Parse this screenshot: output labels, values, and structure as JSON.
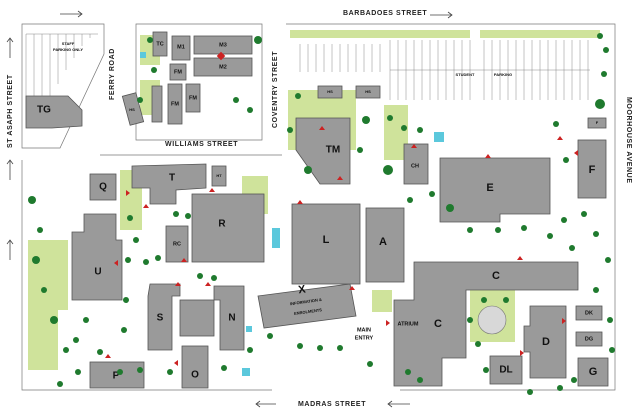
{
  "streets": {
    "barbadoes": "BARBADOES STREET",
    "madras": "MADRAS STREET",
    "st_asaph": "ST ASAPH STREET",
    "moorhouse": "MOORHOUSE AVENUE",
    "ferry": "FERRY ROAD",
    "coventry": "COVENTRY STREET",
    "williams": "WILLIAMS STREET"
  },
  "buildings": {
    "TG": "TG",
    "TC": "TC",
    "M1": "M1",
    "M3": "M3",
    "M2": "M2",
    "FM1": "FM",
    "FM2": "FM",
    "FM3": "FM",
    "HS1": "HS",
    "Q": "Q",
    "T": "T",
    "HT": "HT",
    "R": "R",
    "RC": "RC",
    "U": "U",
    "S": "S",
    "N": "N",
    "O": "O",
    "P": "P",
    "X": "X",
    "TM": "TM",
    "HS2": "HS",
    "HS3": "HS",
    "CH": "CH",
    "L": "L",
    "A": "A",
    "E": "E",
    "F": "F",
    "C1": "C",
    "C2": "C",
    "D": "D",
    "DK": "DK",
    "DG": "DG",
    "DL": "DL",
    "G": "G",
    "Pbox": "P"
  },
  "labels": {
    "x_line1": "INFORMATION &",
    "x_line2": "ENROLMENTS",
    "main_entry_1": "MAIN",
    "main_entry_2": "ENTRY",
    "atrium": "ATRIUM",
    "staff_parking_1": "STAFF",
    "staff_parking_2": "PARKING ONLY",
    "student_parking_1": "STUDENT",
    "student_parking_2": "PARKING"
  },
  "colors": {
    "building": "#9a9a9a",
    "grass": "#cfe39b",
    "tree": "#1f7a2e",
    "entrance": "#cc2222",
    "water": "#5bc8dc"
  }
}
